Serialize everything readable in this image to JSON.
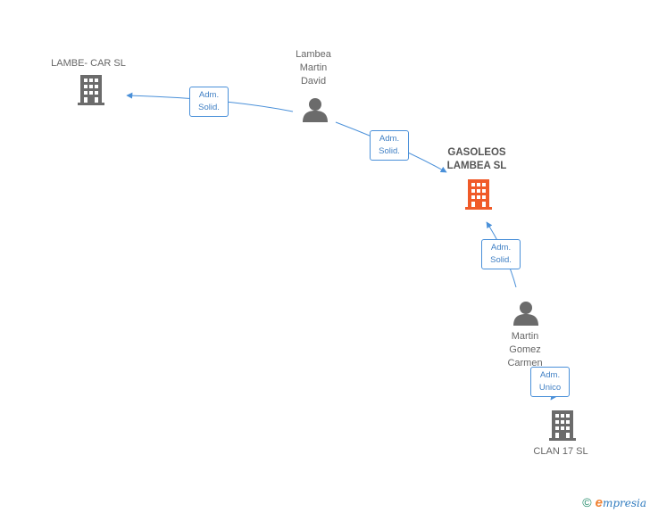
{
  "nodes": {
    "lambe_car": {
      "label": "LAMBE- CAR SL",
      "type": "company",
      "color": "#6b6b6b"
    },
    "lambea_martin": {
      "label_lines": [
        "Lambea",
        "Martin",
        "David"
      ],
      "type": "person",
      "color": "#6b6b6b"
    },
    "gasoleos": {
      "label_lines": [
        "GASOLEOS",
        "LAMBEA SL"
      ],
      "type": "company",
      "color": "#f05a28",
      "highlight": true
    },
    "martin_gomez": {
      "label_lines": [
        "Martin",
        "Gomez",
        "Carmen"
      ],
      "type": "person",
      "color": "#6b6b6b"
    },
    "clan17": {
      "label": "CLAN 17 SL",
      "type": "company",
      "color": "#6b6b6b"
    }
  },
  "edges": [
    {
      "from": "lambea_martin",
      "to": "lambe_car",
      "label_lines": [
        "Adm.",
        "Solid."
      ]
    },
    {
      "from": "lambea_martin",
      "to": "gasoleos",
      "label_lines": [
        "Adm.",
        "Solid."
      ]
    },
    {
      "from": "martin_gomez",
      "to": "gasoleos",
      "label_lines": [
        "Adm.",
        "Solid."
      ]
    },
    {
      "from": "martin_gomez",
      "to": "clan17",
      "label_lines": [
        "Adm.",
        "Unico"
      ]
    }
  ],
  "edge_color": "#4a90d9",
  "icons": {
    "company": "building-icon",
    "person": "person-icon"
  },
  "footer": {
    "copyright": "©",
    "brand_initial": "e",
    "brand_rest": "mpresia"
  }
}
